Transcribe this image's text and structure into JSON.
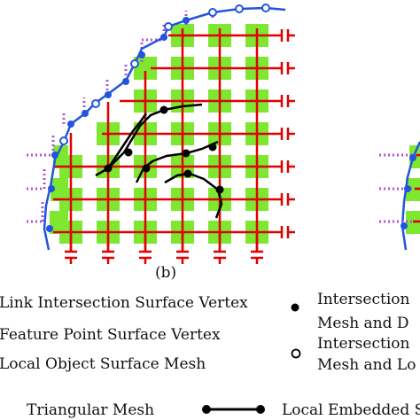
{
  "figure": {
    "panel_label": "(b)",
    "colors": {
      "green": "#7ee830",
      "red": "#e00000",
      "blue": "#2255dd",
      "purple": "#b44fd6",
      "black": "#000000"
    },
    "icons": [
      "filled-dot-icon",
      "open-dot-icon",
      "capacitor-icon",
      "dotted-line-icon",
      "polyline-icon"
    ]
  },
  "legend": {
    "link_intersection": "Link Intersection Surface Vertex",
    "feature_point": "Feature Point Surface Vertex",
    "local_object_mesh": "Local Object Surface Mesh",
    "triangular_mesh": "Triangular Mesh",
    "intersection_1_line1": "Intersection",
    "intersection_1_line2": "Mesh and D",
    "intersection_2_line1": "Intersection",
    "intersection_2_line2": "Mesh and Lo",
    "local_embedded": "Local Embedded S"
  }
}
